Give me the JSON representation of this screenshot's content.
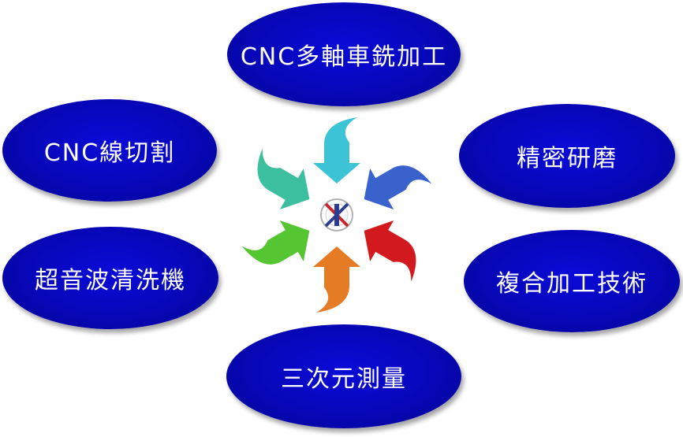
{
  "nodes": {
    "top": "CNC多軸車銑加工",
    "upper_left": "CNC線切割",
    "upper_right": "精密研磨",
    "lower_left": "超音波清洗機",
    "lower_right": "複合加工技術",
    "bottom": "三次元測量"
  },
  "center_logo": {
    "icon": "company-logo-icon",
    "arrow_icon": "curved-arrow-icon",
    "arrow_colors": [
      "#3cc3d6",
      "#3a62cc",
      "#d2191e",
      "#e57b25",
      "#55c531",
      "#3cbf9e"
    ]
  },
  "colors": {
    "ellipse_fill": "#0707b8",
    "text": "#ffffff"
  }
}
